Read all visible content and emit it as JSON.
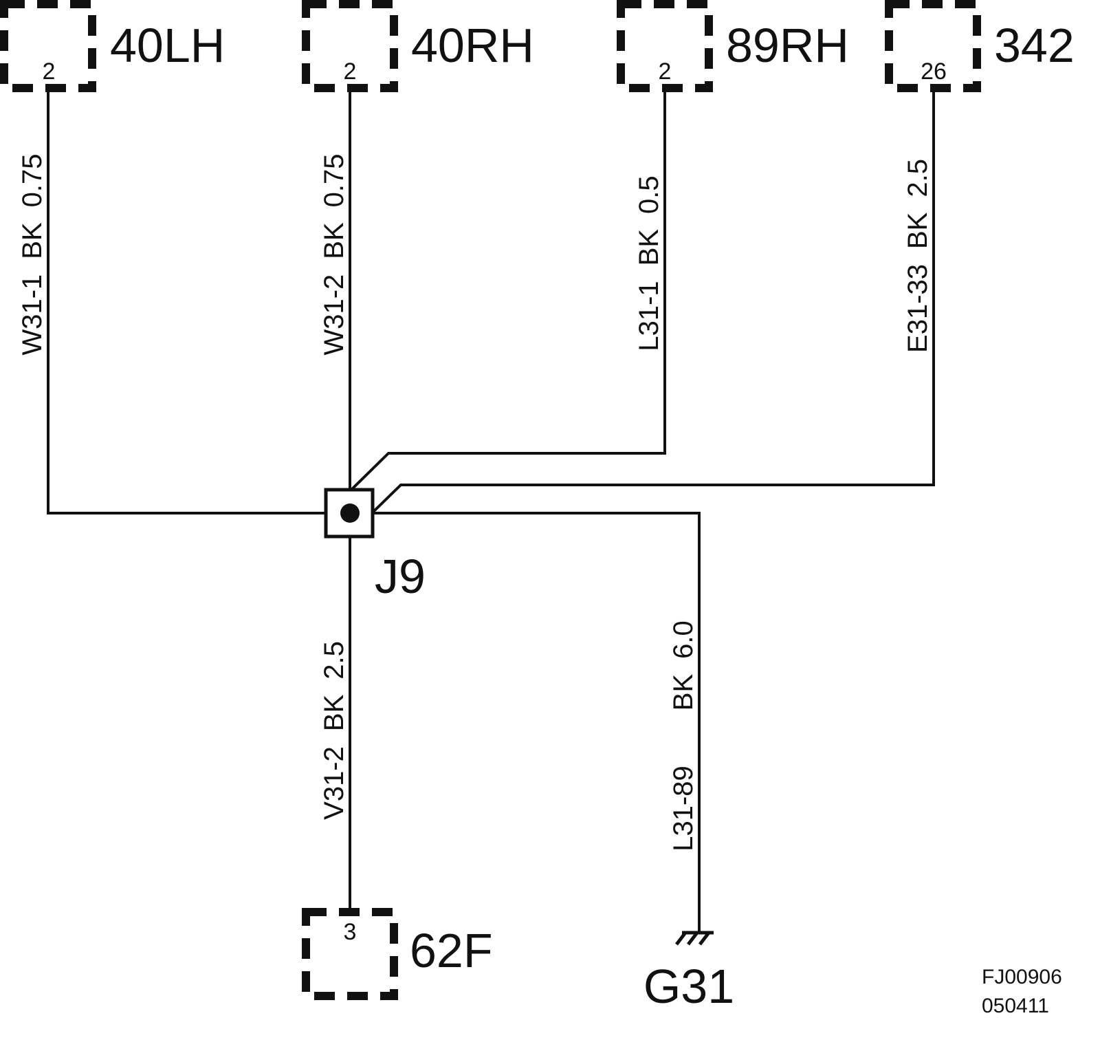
{
  "connectors": [
    {
      "id": "40LH",
      "pin": "2"
    },
    {
      "id": "40RH",
      "pin": "2"
    },
    {
      "id": "89RH",
      "pin": "2"
    },
    {
      "id": "342",
      "pin": "26"
    },
    {
      "id": "62F",
      "pin": "3"
    }
  ],
  "wires": [
    {
      "circuit": "W31-1",
      "color": "BK",
      "size": "0.75"
    },
    {
      "circuit": "W31-2",
      "color": "BK",
      "size": "0.75"
    },
    {
      "circuit": "L31-1",
      "color": "BK",
      "size": "0.5"
    },
    {
      "circuit": "E31-33",
      "color": "BK",
      "size": "2.5"
    },
    {
      "circuit": "V31-2",
      "color": "BK",
      "size": "2.5"
    },
    {
      "circuit": "L31-89",
      "color": "BK",
      "size": "6.0"
    }
  ],
  "splice": {
    "id": "J9"
  },
  "ground": {
    "id": "G31"
  },
  "figure_ref": {
    "line1": "FJ00906",
    "line2": "050411"
  },
  "colors": {
    "ink": "#111111",
    "background": "#ffffff"
  },
  "icons": [
    "dashed-connector-box",
    "splice-junction",
    "ground-symbol"
  ]
}
